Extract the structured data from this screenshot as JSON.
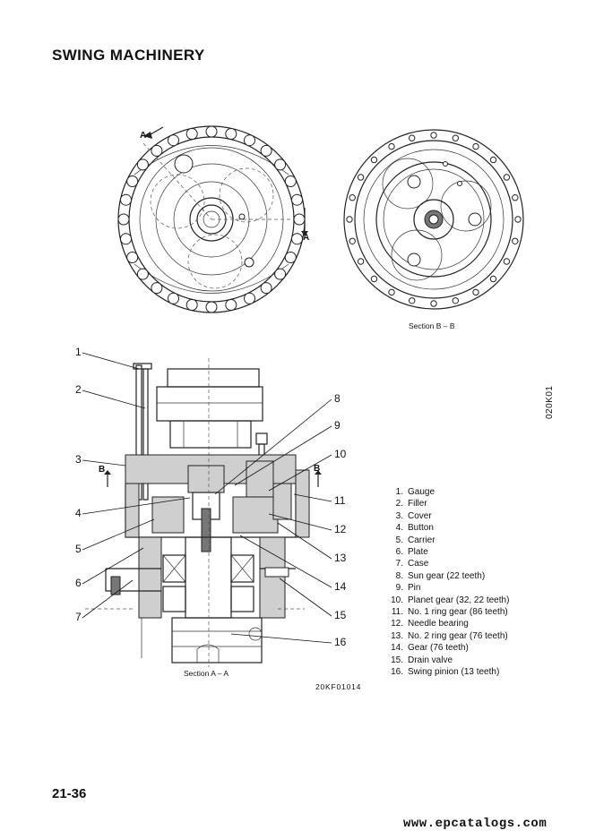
{
  "page": {
    "title": "SWING MACHINERY",
    "page_number": "21-36",
    "website": "www.epcatalogs.com",
    "side_code": "020K01"
  },
  "figure": {
    "section_bb_caption": "Section B – B",
    "section_aa_caption": "Section A – A",
    "drawing_code": "20KF01014",
    "section_marks": {
      "a_top": "A",
      "a_bottom": "A",
      "b_left": "B",
      "b_right": "B"
    },
    "callouts": [
      "1",
      "2",
      "3",
      "4",
      "5",
      "6",
      "7",
      "8",
      "9",
      "10",
      "11",
      "12",
      "13",
      "14",
      "15",
      "16"
    ]
  },
  "parts": [
    {
      "num": "1.",
      "name": "Gauge"
    },
    {
      "num": "2.",
      "name": "Filler"
    },
    {
      "num": "3.",
      "name": "Cover"
    },
    {
      "num": "4.",
      "name": "Button"
    },
    {
      "num": "5.",
      "name": "Carrier"
    },
    {
      "num": "6.",
      "name": "Plate"
    },
    {
      "num": "7.",
      "name": "Case"
    },
    {
      "num": "8.",
      "name": "Sun gear (22 teeth)"
    },
    {
      "num": "9.",
      "name": "Pin"
    },
    {
      "num": "10.",
      "name": "Planet gear (32, 22 teeth)"
    },
    {
      "num": "11.",
      "name": "No. 1 ring gear (86 teeth)"
    },
    {
      "num": "12.",
      "name": "Needle bearing"
    },
    {
      "num": "13.",
      "name": "No. 2 ring gear (76 teeth)"
    },
    {
      "num": "14.",
      "name": "Gear (76 teeth)"
    },
    {
      "num": "15.",
      "name": "Drain valve"
    },
    {
      "num": "16.",
      "name": "Swing pinion (13 teeth)"
    }
  ]
}
